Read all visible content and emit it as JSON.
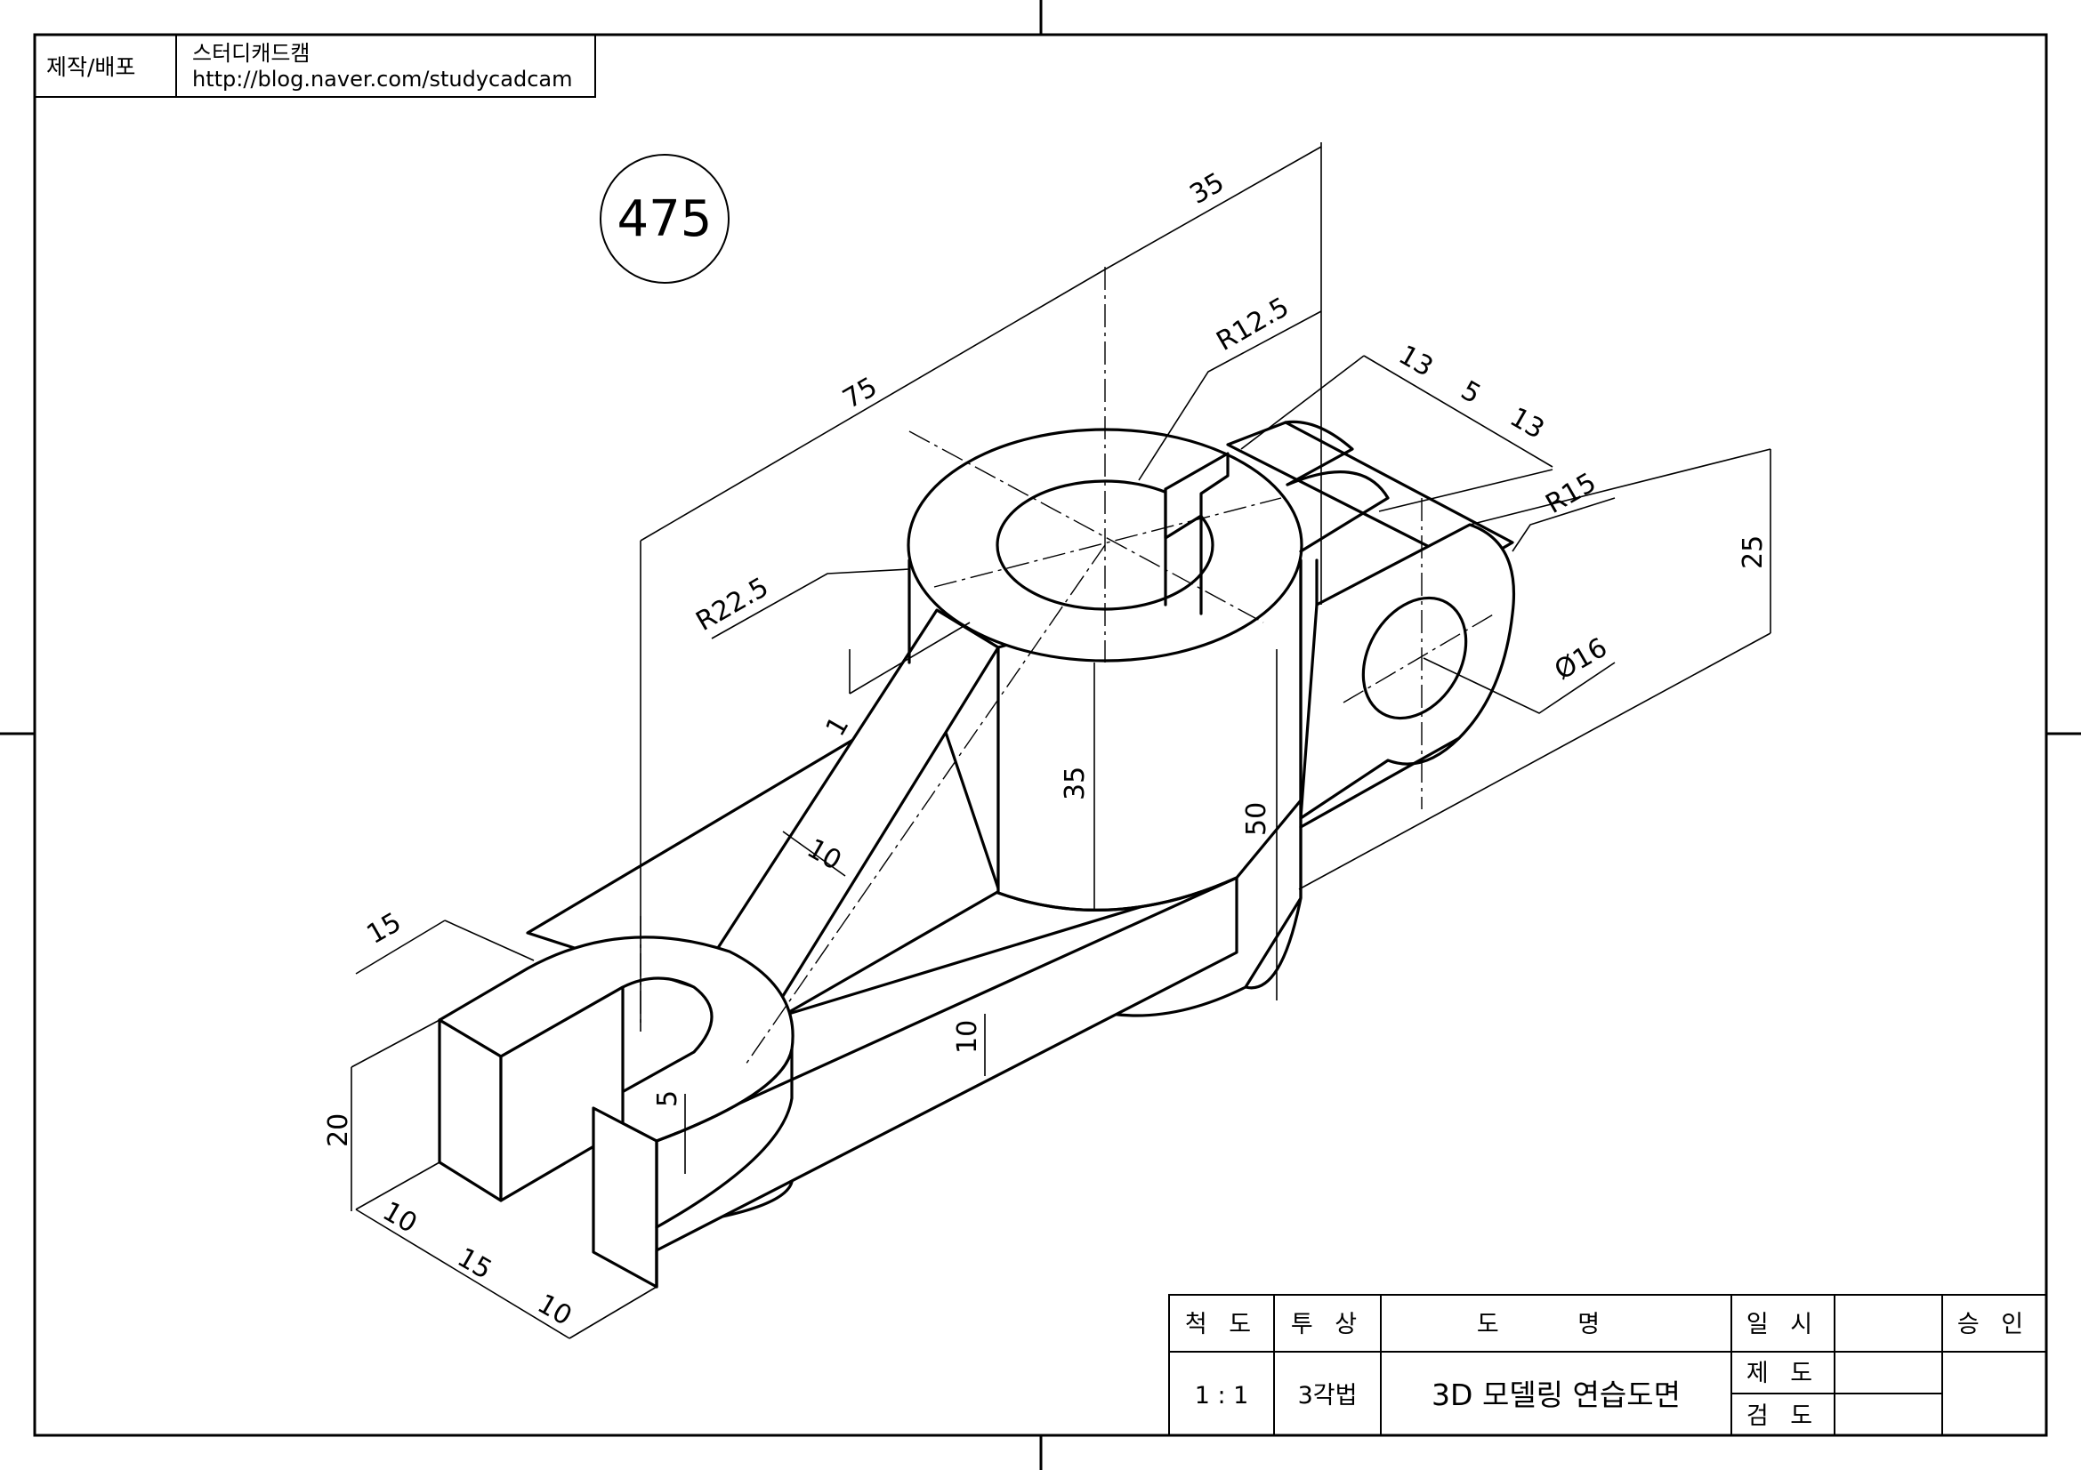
{
  "header": {
    "maker_label": "제작/배포",
    "author": "스터디캐드캠",
    "url": "http://blog.naver.com/studycadcam"
  },
  "drawing_number": "475",
  "dimensions": {
    "d_35_top": "35",
    "d_75": "75",
    "r_12_5": "R12.5",
    "r_22_5": "R22.5",
    "d_13_a": "13",
    "d_5_a": "5",
    "d_13_b": "13",
    "r_15": "R15",
    "d_25": "25",
    "phi_16": "Ø16",
    "d_1": "1",
    "d_35_mid": "35",
    "d_50": "50",
    "d_10_rib": "10",
    "d_15_top": "15",
    "d_20": "20",
    "d_10_base": "10",
    "d_5_base": "5",
    "d_10_a": "10",
    "d_15_b": "15",
    "d_10_b": "10"
  },
  "title_block": {
    "scale_label": "척 도",
    "projection_label": "투 상",
    "title_label": "도 명",
    "date_label": "일 시",
    "approve_label": "승 인",
    "scale_value": "1 : 1",
    "projection_value": "3각법",
    "title_value": "3D 모델링 연습도면",
    "drawn_label": "제 도",
    "checked_label": "검 도"
  }
}
